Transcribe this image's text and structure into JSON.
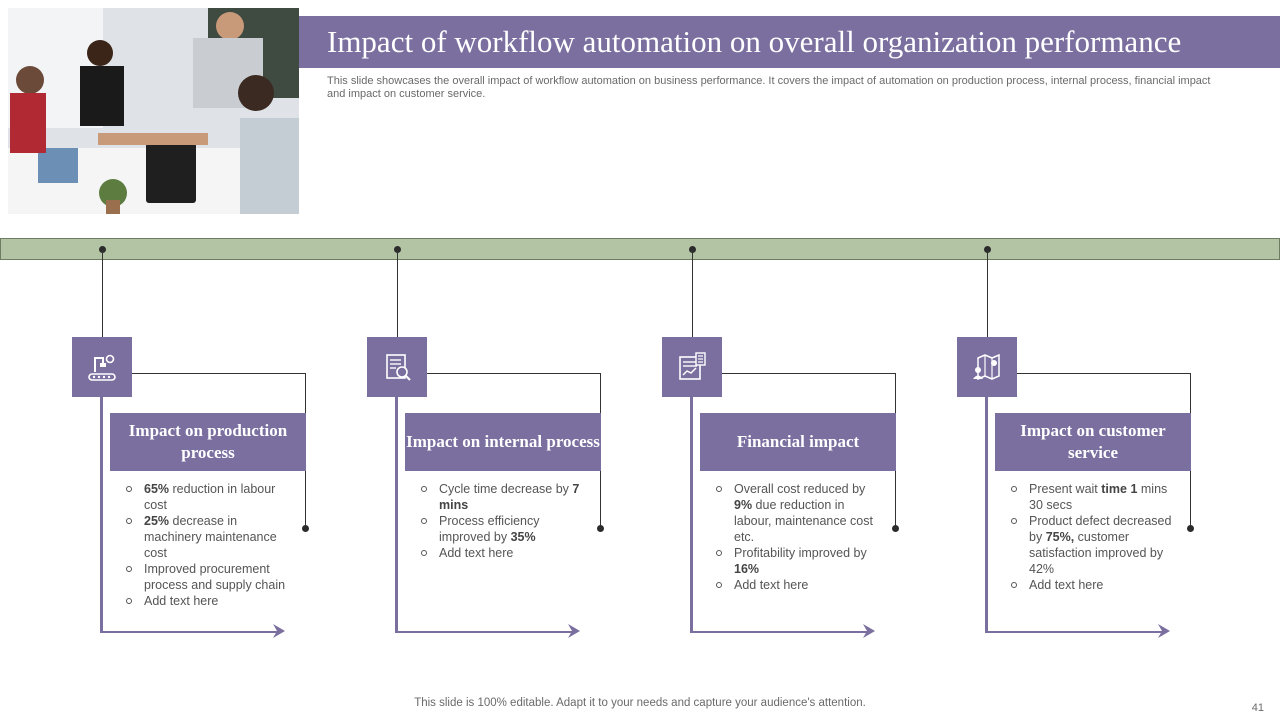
{
  "header": {
    "title": "Impact of workflow automation on overall organization performance",
    "subtitle": "This slide showcases the overall impact of workflow automation on business performance. It covers the impact of automation on production process, internal process, financial impact and impact on customer service."
  },
  "photo": {
    "description_icon": "team-hands-together-photo"
  },
  "colors": {
    "accent": "#7b6fa0",
    "timeline": "#b2c4a3",
    "text": "#555555"
  },
  "cards": [
    {
      "icon": "conveyor-robot-icon",
      "heading": "Impact on production process",
      "bullets": [
        [
          "",
          "65%",
          " reduction in labour cost"
        ],
        [
          "",
          "25%",
          " decrease in machinery maintenance cost"
        ],
        [
          "Improved procurement process and supply chain",
          "",
          ""
        ],
        [
          "Add text here",
          "",
          ""
        ]
      ]
    },
    {
      "icon": "report-magnifier-icon",
      "heading": "Impact on internal process",
      "bullets": [
        [
          "Cycle time decrease by ",
          "7 mins",
          ""
        ],
        [
          "Process efficiency improved  by ",
          "35%",
          ""
        ],
        [
          "Add text here",
          "",
          ""
        ]
      ]
    },
    {
      "icon": "calculator-chart-icon",
      "heading": "Financial impact",
      "bullets": [
        [
          "Overall  cost reduced by ",
          "9%",
          " due reduction in labour, maintenance cost etc."
        ],
        [
          "Profitability improved by ",
          "16%",
          ""
        ],
        [
          "Add text here",
          "",
          ""
        ]
      ]
    },
    {
      "icon": "customer-map-icon",
      "heading": "Impact on customer service",
      "bullets": [
        [
          "Present wait ",
          "time 1",
          " mins 30 secs"
        ],
        [
          "Product defect decreased by ",
          "75%,",
          " customer satisfaction improved  by 42%"
        ],
        [
          "Add text here",
          "",
          ""
        ]
      ]
    }
  ],
  "footer": {
    "note": "This slide is 100% editable. Adapt it to your needs and capture your audience's attention.",
    "page_number": "41"
  }
}
